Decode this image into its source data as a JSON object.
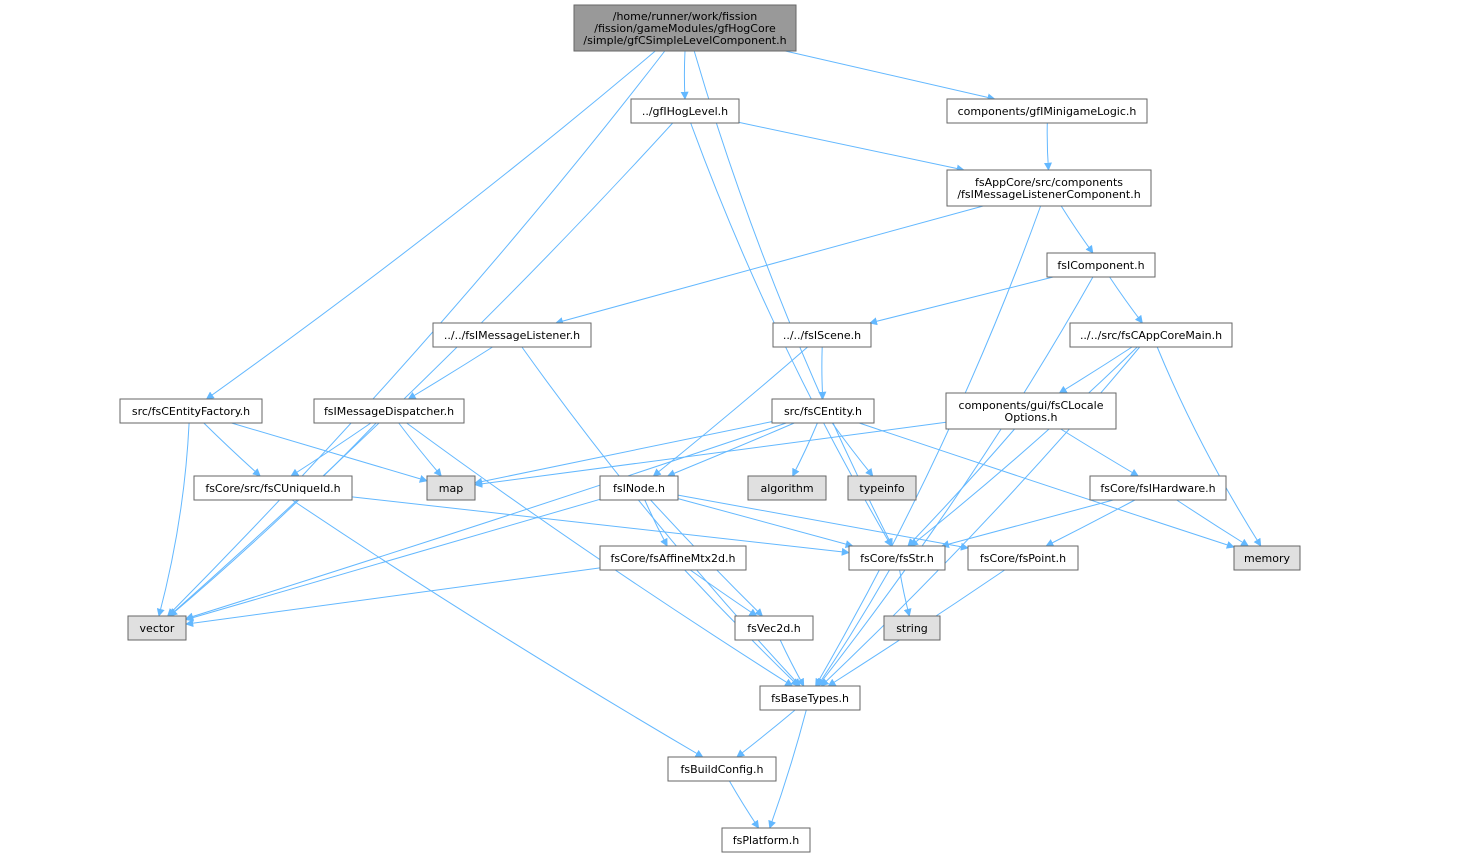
{
  "colors": {
    "edge": "#63b8ff",
    "node_fill": "#ffffff",
    "root_fill": "#999999",
    "system_fill": "#e0e0e0",
    "node_border": "#666666"
  },
  "nodes": [
    {
      "id": "root",
      "lines": [
        "/home/runner/work/fission",
        "/fission/gameModules/gfHogCore",
        "/simple/gfCSimpleLevelComponent.h"
      ],
      "kind": "root"
    },
    {
      "id": "gfIHogLevel",
      "lines": [
        "../gfIHogLevel.h"
      ],
      "kind": "file"
    },
    {
      "id": "gfIMinigameLogic",
      "lines": [
        "components/gfIMinigameLogic.h"
      ],
      "kind": "file"
    },
    {
      "id": "fsIMessageListenerComponent",
      "lines": [
        "fsAppCore/src/components",
        "/fsIMessageListenerComponent.h"
      ],
      "kind": "file"
    },
    {
      "id": "fsIComponent",
      "lines": [
        "fsIComponent.h"
      ],
      "kind": "file"
    },
    {
      "id": "fsIMessageListener",
      "lines": [
        "../../fsIMessageListener.h"
      ],
      "kind": "file"
    },
    {
      "id": "fsIScene",
      "lines": [
        "../../fsIScene.h"
      ],
      "kind": "file"
    },
    {
      "id": "fsCAppCoreMain",
      "lines": [
        "../../src/fsCAppCoreMain.h"
      ],
      "kind": "file"
    },
    {
      "id": "fsCEntityFactory",
      "lines": [
        "src/fsCEntityFactory.h"
      ],
      "kind": "file"
    },
    {
      "id": "fsIMessageDispatcher",
      "lines": [
        "fsIMessageDispatcher.h"
      ],
      "kind": "file"
    },
    {
      "id": "fsCEntity",
      "lines": [
        "src/fsCEntity.h"
      ],
      "kind": "file"
    },
    {
      "id": "fsCLocaleOptions",
      "lines": [
        "components/gui/fsCLocale",
        "Options.h"
      ],
      "kind": "file"
    },
    {
      "id": "fsCUniqueId",
      "lines": [
        "fsCore/src/fsCUniqueId.h"
      ],
      "kind": "file"
    },
    {
      "id": "map",
      "lines": [
        "map"
      ],
      "kind": "system"
    },
    {
      "id": "fsINode",
      "lines": [
        "fsINode.h"
      ],
      "kind": "file"
    },
    {
      "id": "algorithm",
      "lines": [
        "algorithm"
      ],
      "kind": "system"
    },
    {
      "id": "typeinfo",
      "lines": [
        "typeinfo"
      ],
      "kind": "system"
    },
    {
      "id": "fsIHardware",
      "lines": [
        "fsCore/fsIHardware.h"
      ],
      "kind": "file"
    },
    {
      "id": "fsAffineMtx2d",
      "lines": [
        "fsCore/fsAffineMtx2d.h"
      ],
      "kind": "file"
    },
    {
      "id": "fsStr",
      "lines": [
        "fsCore/fsStr.h"
      ],
      "kind": "file"
    },
    {
      "id": "fsPoint",
      "lines": [
        "fsCore/fsPoint.h"
      ],
      "kind": "file"
    },
    {
      "id": "memory",
      "lines": [
        "memory"
      ],
      "kind": "system"
    },
    {
      "id": "vector",
      "lines": [
        "vector"
      ],
      "kind": "system"
    },
    {
      "id": "fsVec2d",
      "lines": [
        "fsVec2d.h"
      ],
      "kind": "file"
    },
    {
      "id": "string",
      "lines": [
        "string"
      ],
      "kind": "system"
    },
    {
      "id": "fsBaseTypes",
      "lines": [
        "fsBaseTypes.h"
      ],
      "kind": "file"
    },
    {
      "id": "fsBuildConfig",
      "lines": [
        "fsBuildConfig.h"
      ],
      "kind": "file"
    },
    {
      "id": "fsPlatform",
      "lines": [
        "fsPlatform.h"
      ],
      "kind": "file"
    }
  ],
  "edges": [
    [
      "root",
      "gfIHogLevel"
    ],
    [
      "root",
      "gfIMinigameLogic"
    ],
    [
      "root",
      "fsCEntityFactory"
    ],
    [
      "root",
      "vector"
    ],
    [
      "root",
      "fsStr"
    ],
    [
      "gfIHogLevel",
      "fsIMessageListenerComponent"
    ],
    [
      "gfIHogLevel",
      "vector"
    ],
    [
      "gfIHogLevel",
      "fsStr"
    ],
    [
      "gfIMinigameLogic",
      "fsIMessageListenerComponent"
    ],
    [
      "fsIMessageListenerComponent",
      "fsIComponent"
    ],
    [
      "fsIMessageListenerComponent",
      "fsIMessageListener"
    ],
    [
      "fsIMessageListenerComponent",
      "fsBaseTypes"
    ],
    [
      "fsIComponent",
      "fsIScene"
    ],
    [
      "fsIComponent",
      "fsCAppCoreMain"
    ],
    [
      "fsIComponent",
      "fsBaseTypes"
    ],
    [
      "fsIMessageListener",
      "fsIMessageDispatcher"
    ],
    [
      "fsIMessageListener",
      "fsBaseTypes"
    ],
    [
      "fsIScene",
      "fsCEntity"
    ],
    [
      "fsIScene",
      "fsINode"
    ],
    [
      "fsCAppCoreMain",
      "fsCLocaleOptions"
    ],
    [
      "fsCAppCoreMain",
      "fsStr"
    ],
    [
      "fsCAppCoreMain",
      "memory"
    ],
    [
      "fsCAppCoreMain",
      "fsBaseTypes"
    ],
    [
      "fsCEntityFactory",
      "fsCUniqueId"
    ],
    [
      "fsCEntityFactory",
      "map"
    ],
    [
      "fsCEntityFactory",
      "vector"
    ],
    [
      "fsIMessageDispatcher",
      "fsCUniqueId"
    ],
    [
      "fsIMessageDispatcher",
      "map"
    ],
    [
      "fsIMessageDispatcher",
      "vector"
    ],
    [
      "fsIMessageDispatcher",
      "fsBaseTypes"
    ],
    [
      "fsCEntity",
      "map"
    ],
    [
      "fsCEntity",
      "fsINode"
    ],
    [
      "fsCEntity",
      "algorithm"
    ],
    [
      "fsCEntity",
      "typeinfo"
    ],
    [
      "fsCEntity",
      "memory"
    ],
    [
      "fsCEntity",
      "vector"
    ],
    [
      "fsCLocaleOptions",
      "map"
    ],
    [
      "fsCLocaleOptions",
      "fsIHardware"
    ],
    [
      "fsCLocaleOptions",
      "fsStr"
    ],
    [
      "fsCUniqueId",
      "fsStr"
    ],
    [
      "fsCUniqueId",
      "fsBuildConfig"
    ],
    [
      "fsINode",
      "fsAffineMtx2d"
    ],
    [
      "fsINode",
      "fsStr"
    ],
    [
      "fsINode",
      "fsPoint"
    ],
    [
      "fsINode",
      "fsVec2d"
    ],
    [
      "fsINode",
      "vector"
    ],
    [
      "fsIHardware",
      "fsStr"
    ],
    [
      "fsIHardware",
      "fsPoint"
    ],
    [
      "fsIHardware",
      "memory"
    ],
    [
      "fsAffineMtx2d",
      "fsVec2d"
    ],
    [
      "fsAffineMtx2d",
      "vector"
    ],
    [
      "fsAffineMtx2d",
      "fsBaseTypes"
    ],
    [
      "fsStr",
      "string"
    ],
    [
      "fsStr",
      "fsBaseTypes"
    ],
    [
      "fsPoint",
      "fsBaseTypes"
    ],
    [
      "fsVec2d",
      "fsBaseTypes"
    ],
    [
      "fsBaseTypes",
      "fsBuildConfig"
    ],
    [
      "fsBaseTypes",
      "fsPlatform"
    ],
    [
      "fsBuildConfig",
      "fsPlatform"
    ]
  ]
}
